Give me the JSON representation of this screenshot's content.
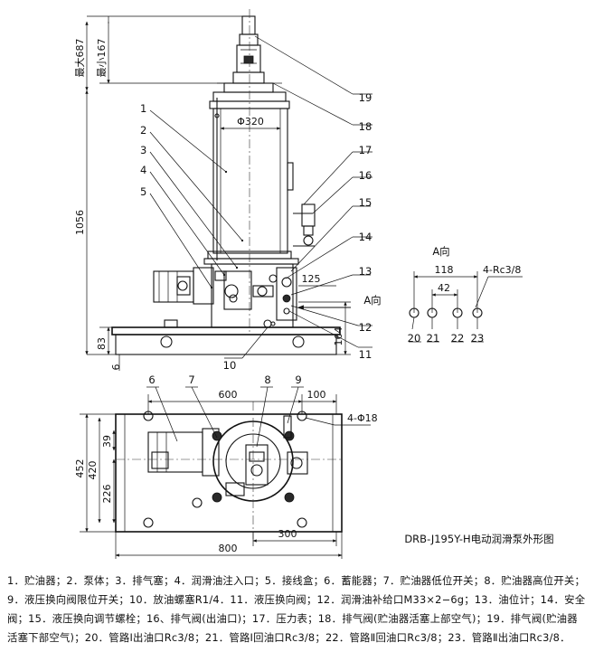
{
  "diagram": {
    "title": "DRB-J195Y-H电动润滑泵外形图",
    "view_a_label": "A向",
    "arrow_a_label": "A向",
    "dims": {
      "max_687": "最大687",
      "min_167": "最小167",
      "height_1056": "1056",
      "d83": "83",
      "d6": "6",
      "d164": "164",
      "d125": "125",
      "phi320": "Φ320",
      "d600": "600",
      "d100": "100",
      "d452": "452",
      "d420": "420",
      "d39": "39",
      "d226": "226",
      "d300": "300",
      "d800": "800",
      "holes": "4-Φ18",
      "d118": "118",
      "d42": "42",
      "rc38": "4-Rc3/8"
    },
    "callouts": [
      "1",
      "2",
      "3",
      "4",
      "5",
      "6",
      "7",
      "8",
      "9",
      "10",
      "11",
      "12",
      "13",
      "14",
      "15",
      "16",
      "17",
      "18",
      "19"
    ],
    "ports": [
      "20",
      "21",
      "22",
      "23"
    ]
  },
  "caption": "1．贮油器；2．泵体；3．排气塞；4．润滑油注入口；5．接线盒；6．蓄能器；7．贮油器低位开关；8．贮油器高位开关；9．液压换向阀限位开关；10．放油螺塞R1/4．11．液压换向阀；12．润滑油补给口M33×2−6g；13．油位计；14．安全阀；15．液压换向调节螺栓；16、排气阀(出油口)；17．压力表；18．排气阀(贮油器活塞上部空气)；19．排气阀(贮油器活塞下部空气)；20．管路Ⅰ出油口Rc3/8；21．管路Ⅰ回油口Rc3/8；22．管路Ⅱ回油口Rc3/8；23．管路Ⅱ出油口Rc3/8．"
}
